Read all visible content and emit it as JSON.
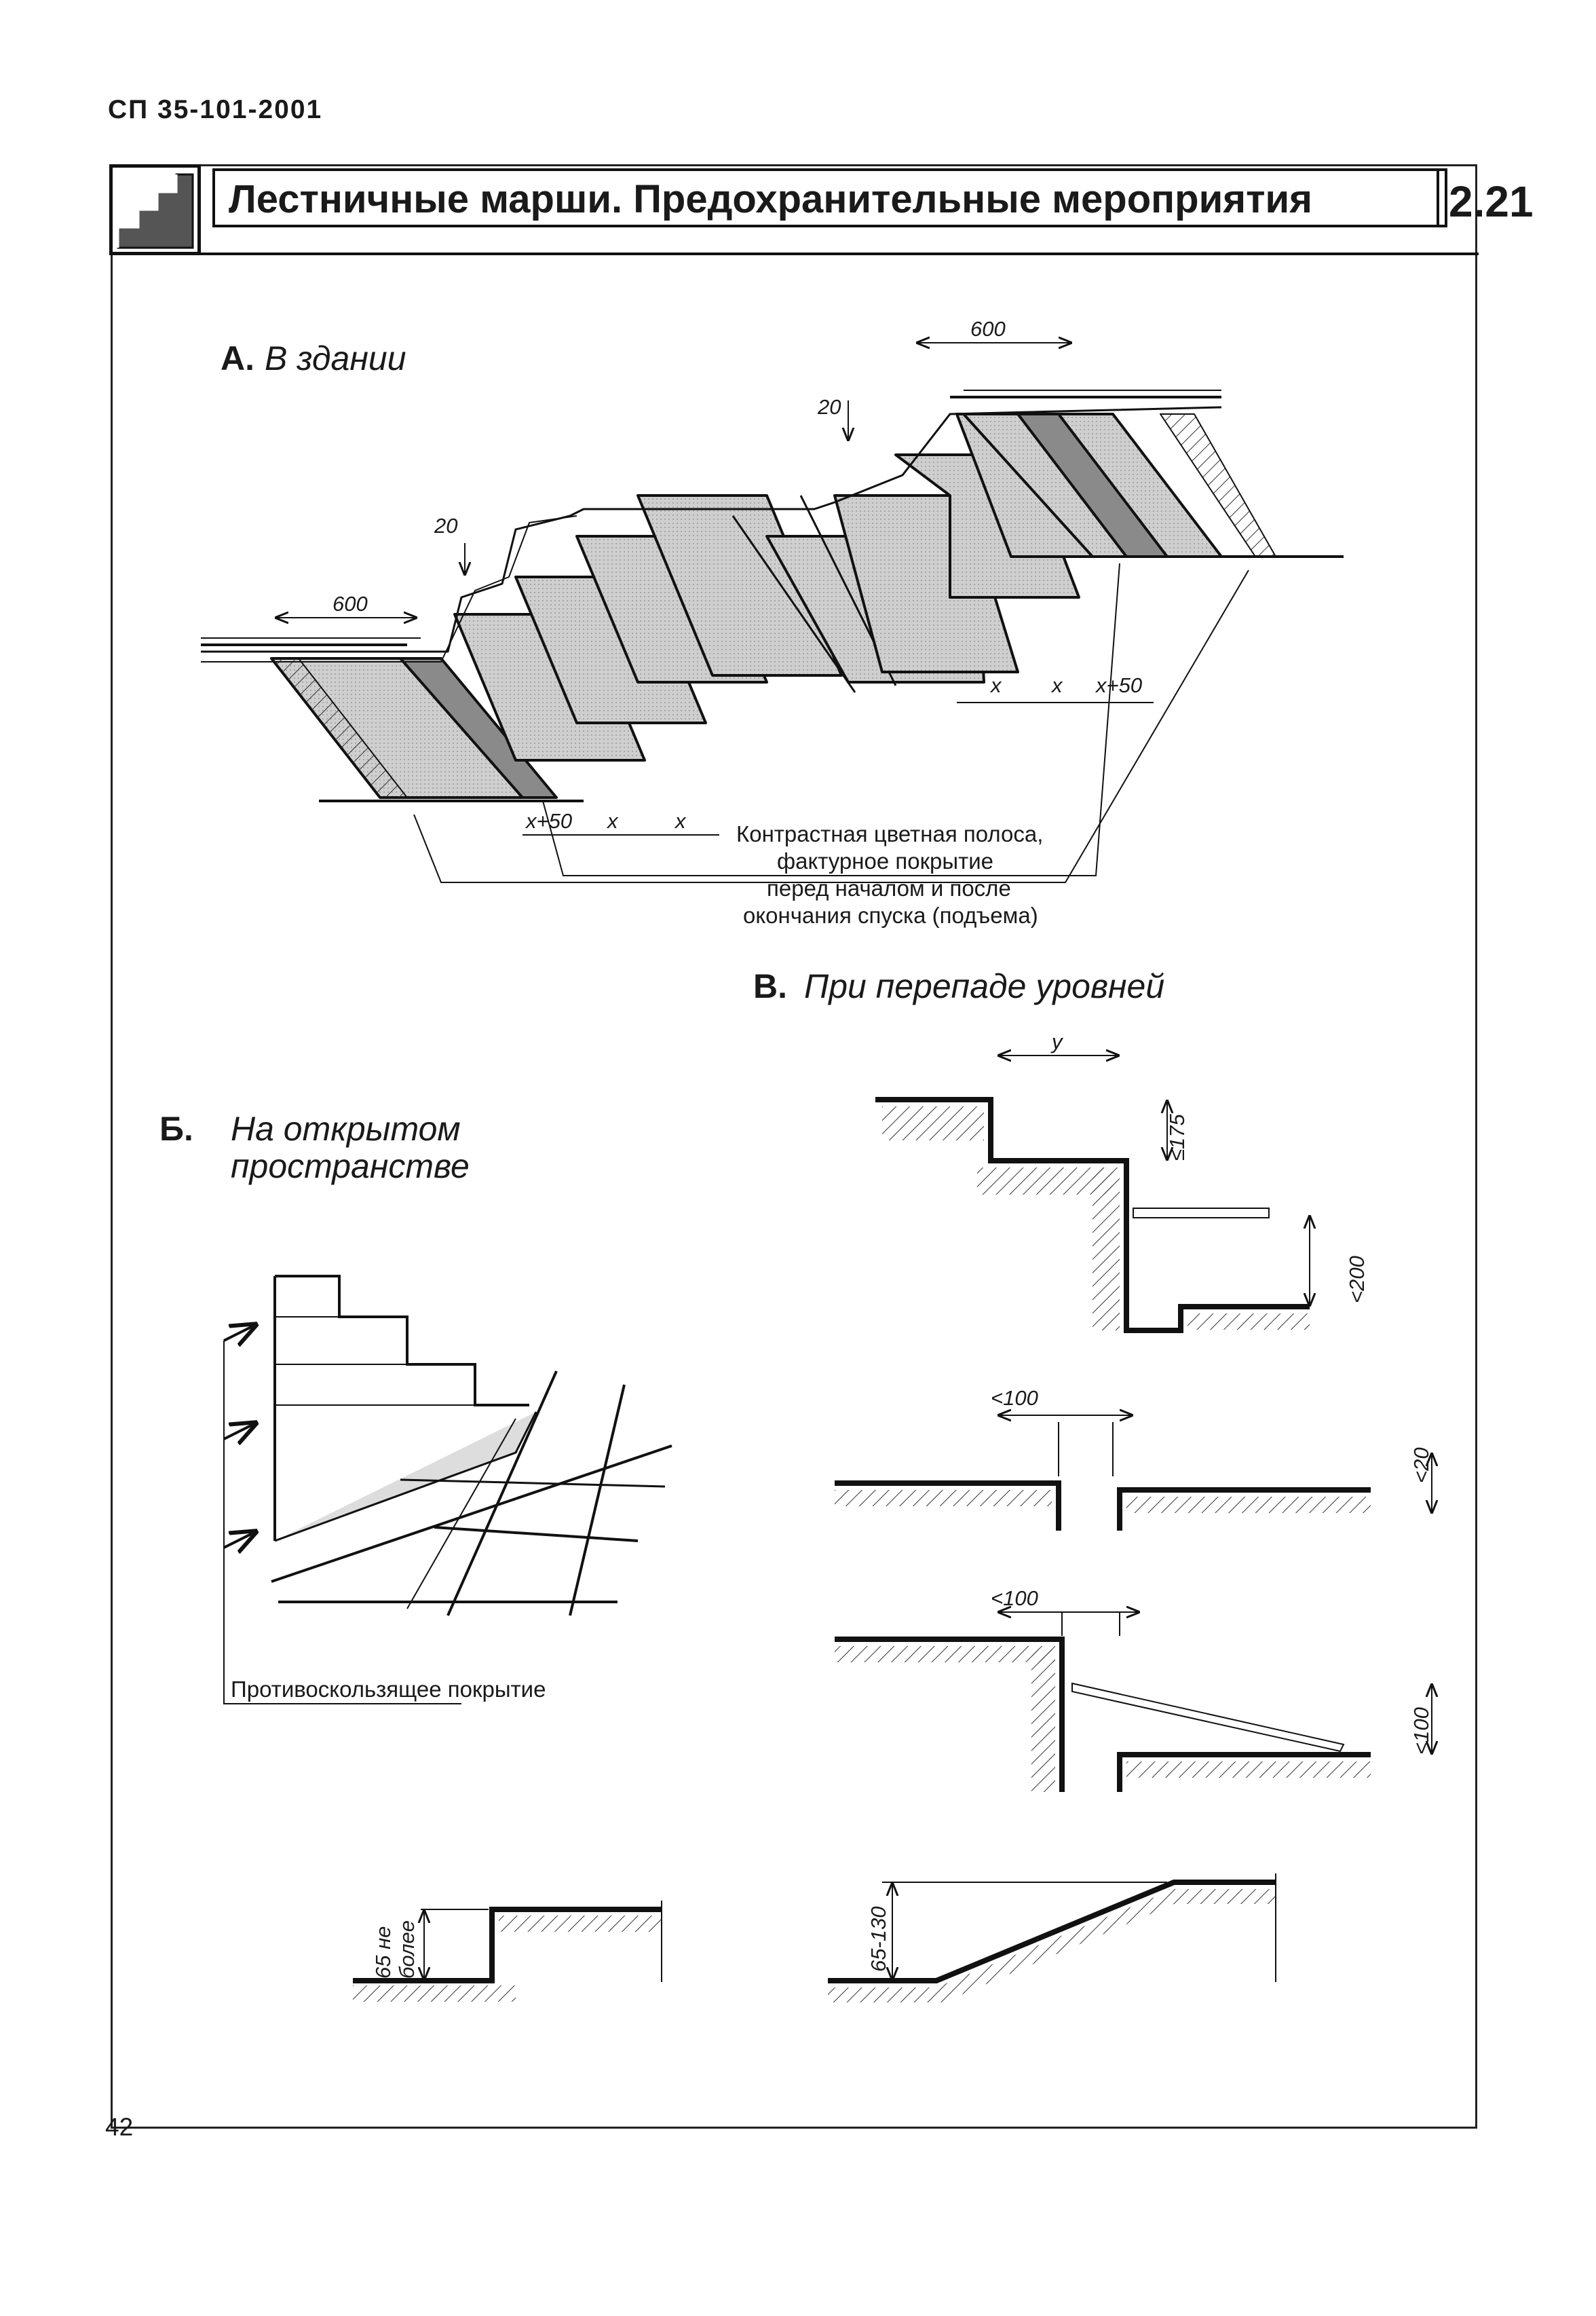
{
  "header": {
    "doc_code": "СП 35-101-2001",
    "page_number": "42"
  },
  "title": {
    "text": "Лестничные марши. Предохранительные мероприятия",
    "sheet": "2.21",
    "icon": "stairs-icon"
  },
  "sections": {
    "a": {
      "letter": "А.",
      "title": "В здании"
    },
    "b": {
      "letter": "Б.",
      "title_line1": "На открытом",
      "title_line2": "пространстве"
    },
    "v": {
      "letter": "В.",
      "title": "При перепаде уровней"
    }
  },
  "section_a": {
    "dim_600": "600",
    "dim_20": "20",
    "dim_x": "x",
    "dim_x50": "x+50",
    "note_line1": "Контрастная цветная полоса,",
    "note_line2": "фактурное покрытие",
    "note_line3": "перед началом и после",
    "note_line4": "окончания спуска (подъема)"
  },
  "section_b": {
    "note": "Противоскользящее покрытие",
    "dim_65": "65 не",
    "dim_65b": "более"
  },
  "section_v": {
    "dim_y": "y",
    "dim_175": "≤175",
    "dim_200": "<200",
    "dim_100": "<100",
    "dim_20": "<20",
    "dim_100v": "<100",
    "dim_65_130": "65-130"
  },
  "colors": {
    "ink": "#1a1a1a",
    "tread_fill": "#c8c8c8",
    "strip_fill": "#8a8a8a",
    "paper": "#ffffff"
  }
}
